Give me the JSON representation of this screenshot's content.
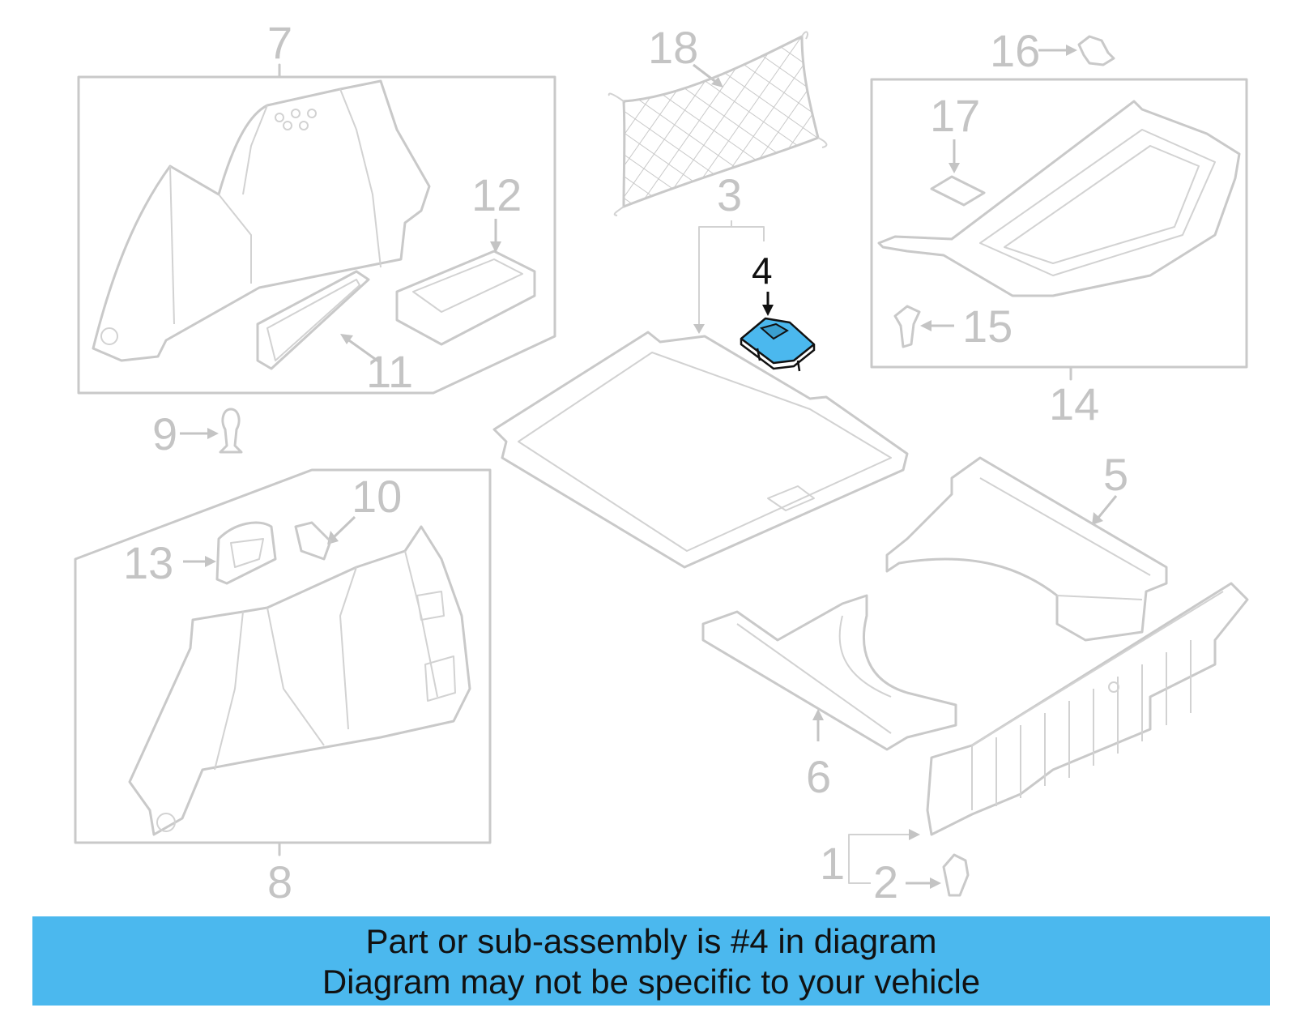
{
  "callouts": {
    "c1": "1",
    "c2": "2",
    "c3": "3",
    "c4": "4",
    "c5": "5",
    "c6": "6",
    "c7": "7",
    "c8": "8",
    "c9": "9",
    "c10": "10",
    "c11": "11",
    "c12": "12",
    "c13": "13",
    "c14": "14",
    "c15": "15",
    "c16": "16",
    "c17": "17",
    "c18": "18"
  },
  "highlight": {
    "part": "4",
    "color": "#4bb8ee"
  },
  "banner": {
    "line1": "Part or sub-assembly is #4 in diagram",
    "line2": "Diagram may not be specific to your vehicle",
    "color": "#4bb8ee"
  }
}
